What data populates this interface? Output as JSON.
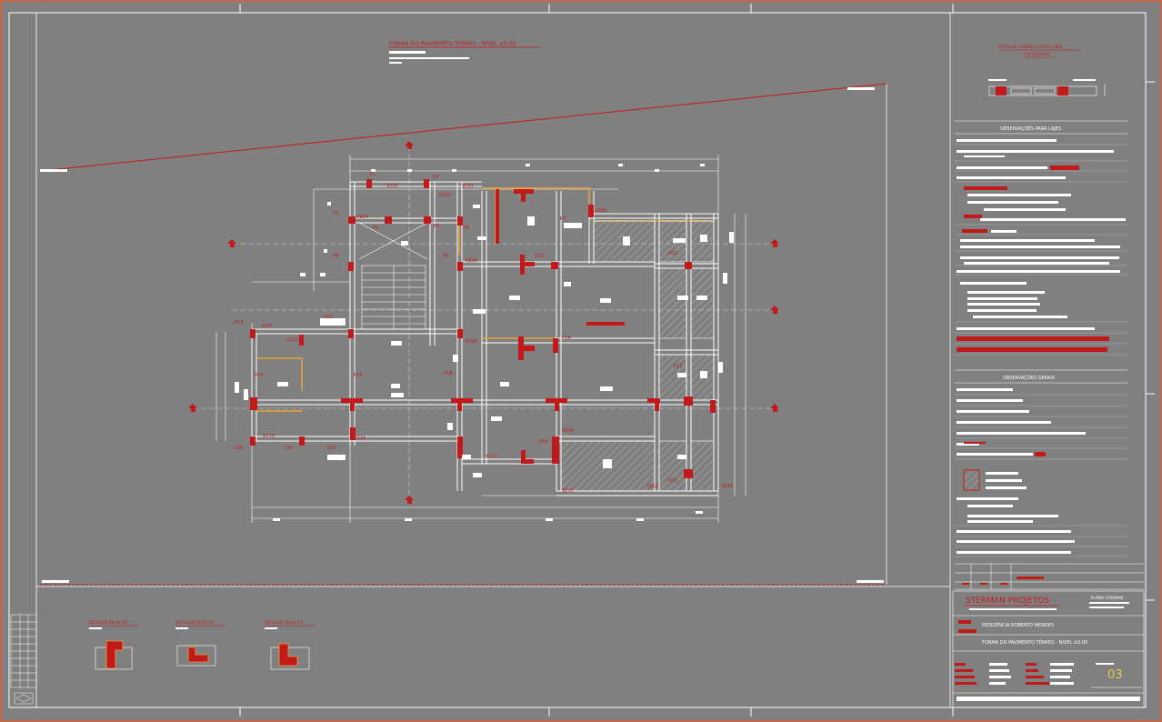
{
  "drawing_title": "FORMA DO PAVIMENTO TÉRREO - NÍVEL ±0,00",
  "slab_detail": {
    "title": "DETALHE GENÉRICO DAS LAJES",
    "subtitle": "TRELIÇADAS"
  },
  "notes_slabs_title": "OBSERVAÇÕES PARA LAJES",
  "notes_general_title": "OBSERVAÇÕES GERAIS",
  "company": "STERMAN PROJETOS",
  "stamp_label": "PLÁNIA STERMAN",
  "project_name": "RESIDÊNCIA ROBERTO MENDES",
  "sheet_subtitle": "FORMA DO PAVIMENTO TÉRREO - NÍVEL ±0,00",
  "sheet_number": "03",
  "pillar_details": [
    {
      "title": "DETALHE PILAR P.2"
    },
    {
      "title": "DETALHE PILAR P.5"
    },
    {
      "title": "DETALHE PILAR P.7"
    }
  ],
  "pillars": [
    {
      "label": "P1"
    },
    {
      "label": "P2"
    },
    {
      "label": "P3"
    },
    {
      "label": "P4"
    },
    {
      "label": "P5"
    },
    {
      "label": "P6"
    },
    {
      "label": "P7"
    },
    {
      "label": "P8"
    },
    {
      "label": "P9"
    },
    {
      "label": "P10"
    },
    {
      "label": "P11"
    },
    {
      "label": "P12"
    },
    {
      "label": "P13"
    },
    {
      "label": "P14"
    },
    {
      "label": "P15"
    },
    {
      "label": "P16"
    },
    {
      "label": "P17"
    },
    {
      "label": "P18"
    },
    {
      "label": "P19"
    },
    {
      "label": "P20"
    },
    {
      "label": "P21"
    },
    {
      "label": "P22"
    },
    {
      "label": "P23"
    }
  ],
  "beams": [
    {
      "label": "V201"
    },
    {
      "label": "V202"
    },
    {
      "label": "V203"
    },
    {
      "label": "V204"
    },
    {
      "label": "V205"
    },
    {
      "label": "V206"
    },
    {
      "label": "V207"
    },
    {
      "label": "V208"
    },
    {
      "label": "V209"
    },
    {
      "label": "V210"
    },
    {
      "label": "V211"
    },
    {
      "label": "V212"
    },
    {
      "label": "V213"
    },
    {
      "label": "V214"
    },
    {
      "label": "V215"
    },
    {
      "label": "V216"
    }
  ],
  "colors": {
    "background": "#808080",
    "line": "#ffffff",
    "accent": "#c21a1a",
    "beam_highlight": "#e8a23a",
    "sheet_number": "#e6c84a"
  }
}
